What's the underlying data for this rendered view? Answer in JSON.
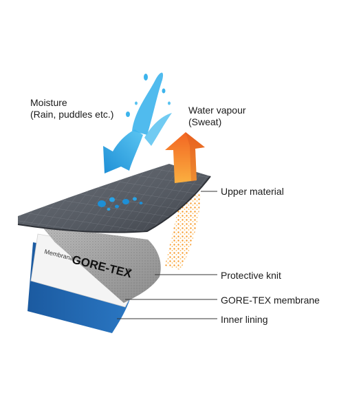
{
  "labels": {
    "moisture_line1": "Moisture",
    "moisture_line2": "(Rain, puddles etc.)",
    "vapour_line1": "Water vapour",
    "vapour_line2": "(Sweat)",
    "upper_material": "Upper material",
    "protective_knit": "Protective knit",
    "membrane": "GORE-TEX membrane",
    "inner_lining": "Inner lining"
  },
  "brand": {
    "prefix": "Membrana",
    "logo_text": "GORE-TEX",
    "registered": "®"
  },
  "colors": {
    "moisture_blue": "#29a3e6",
    "vapour_orange": "#f7941d",
    "upper_dark": "#5a5f68",
    "lining_blue": "#1f5fa6",
    "leader_line": "#333333"
  }
}
